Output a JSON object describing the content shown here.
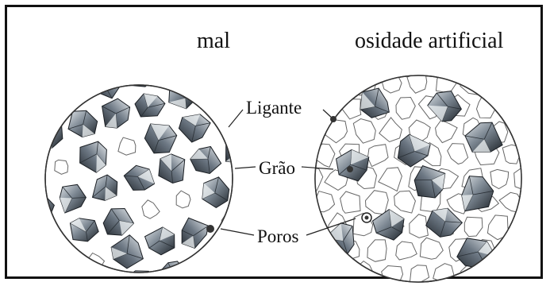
{
  "titles": {
    "left": "mal",
    "right": "osidade artificial"
  },
  "labels": {
    "ligante": "Ligante",
    "grao": "Grão",
    "poros": "Poros"
  },
  "colors": {
    "border": "#111111",
    "grain_dark": "#2b3138",
    "grain_mid": "#6b7580",
    "grain_light": "#d7dde2",
    "bond_outline": "#555555"
  }
}
